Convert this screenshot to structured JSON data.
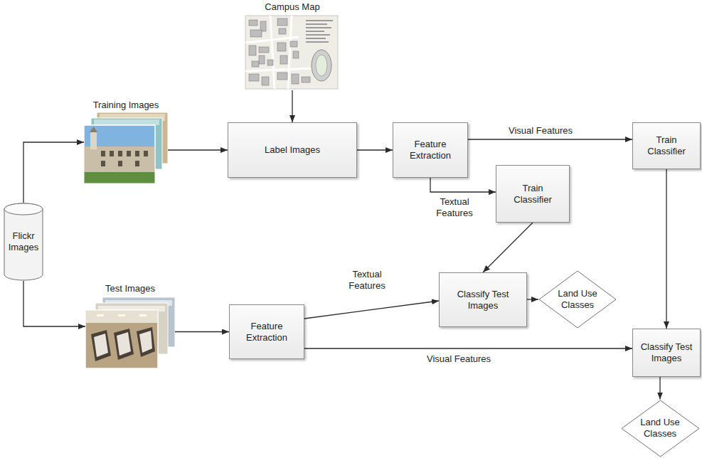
{
  "diagram": {
    "nodes": [
      {
        "text": [
          "Campus Map"
        ]
      },
      {
        "text": [
          "Training Images"
        ]
      },
      {
        "text": [
          "Label Images"
        ]
      },
      {
        "text": [
          "Feature Extraction"
        ]
      },
      {
        "text": [
          "Train Classifier"
        ]
      },
      {
        "text": [
          "Train Classifier"
        ]
      },
      {
        "text": [
          "Flickr Images"
        ]
      },
      {
        "text": [
          "Test Images"
        ]
      },
      {
        "text": [
          "Classify Test Images"
        ]
      },
      {
        "text": [
          "Land Use Classes"
        ]
      },
      {
        "text": [
          "Feature Extraction"
        ]
      },
      {
        "text": [
          "Classify Test Images"
        ]
      },
      {
        "text": [
          "Land Use Classes"
        ]
      }
    ],
    "edges": [
      {
        "from": 6,
        "to": 1,
        "arrow": "to"
      },
      {
        "from": 6,
        "to": 7,
        "arrow": "to"
      },
      {
        "from": 0,
        "to": 2,
        "arrow": "to"
      },
      {
        "from": 1,
        "to": 2,
        "arrow": "to"
      },
      {
        "from": 2,
        "to": 3,
        "arrow": "to"
      },
      {
        "from": 3,
        "to": 4,
        "label": "Visual Features",
        "arrow": "to"
      },
      {
        "from": 3,
        "to": 5,
        "label": "Textual Features",
        "arrow": "to"
      },
      {
        "from": 5,
        "to": 8,
        "arrow": "to"
      },
      {
        "from": 8,
        "to": 9,
        "arrow": "to"
      },
      {
        "from": 4,
        "to": 11,
        "arrow": "to"
      },
      {
        "from": 7,
        "to": 10,
        "arrow": "to"
      },
      {
        "from": 10,
        "to": 8,
        "label": "Textual Features",
        "arrow": "to"
      },
      {
        "from": 10,
        "to": 11,
        "label": "Visual Features",
        "arrow": "to"
      },
      {
        "from": 11,
        "to": 12,
        "arrow": "to"
      }
    ]
  }
}
